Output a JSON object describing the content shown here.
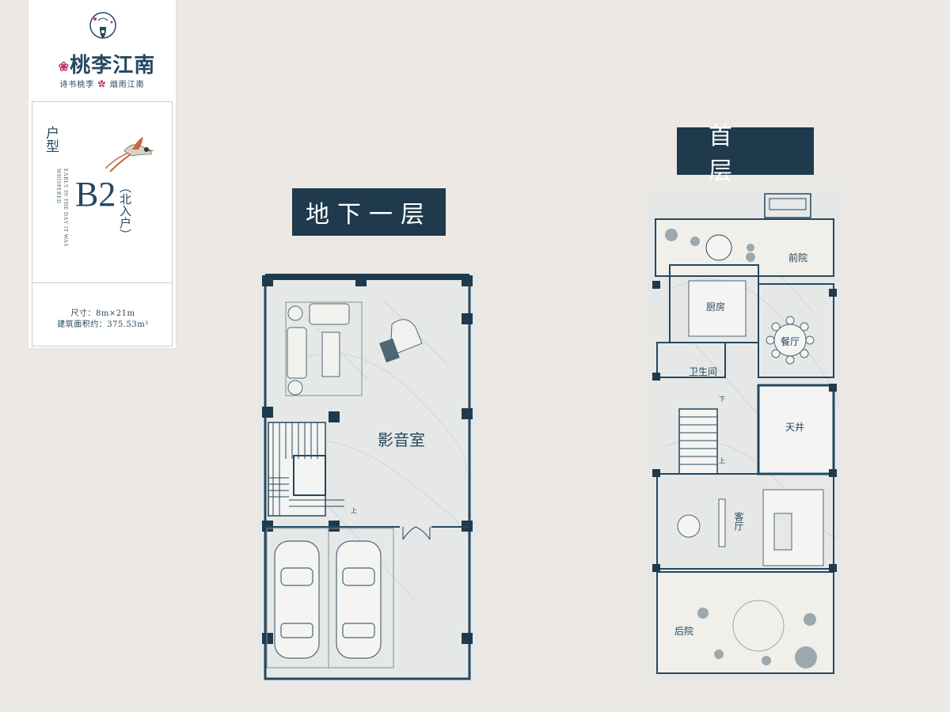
{
  "brand": {
    "name": "桃李江南",
    "slogan_left": "诗书桃李",
    "slogan_right": "烟雨江南"
  },
  "unit": {
    "type_label": "户型",
    "english_text": "EARLY IN THE DAY IT WAS WHISPERED",
    "code": "B2",
    "entry_note": "（北入户）",
    "size": "尺寸：8m×21m",
    "area": "建筑面积约：375.53m²"
  },
  "floors": {
    "basement": {
      "title": "地下一层",
      "rooms": {
        "theater": "影音室"
      },
      "stair_up": "上"
    },
    "ground": {
      "title": "首 层",
      "rooms": {
        "front_yard": "前院",
        "kitchen": "厨房",
        "dining": "餐厅",
        "bathroom": "卫生间",
        "courtyard": "天井",
        "living": "客厅",
        "back_yard": "后院"
      },
      "stair_down": "下",
      "stair_up": "上"
    }
  },
  "colors": {
    "navy": "#1e3a4c",
    "background": "#ece8e4",
    "accent_pink": "#c23a72"
  }
}
